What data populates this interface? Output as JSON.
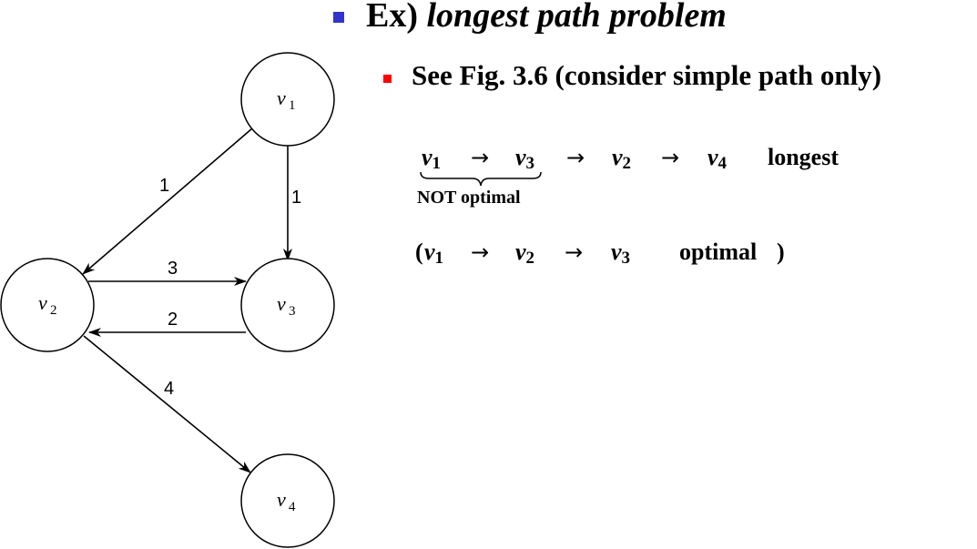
{
  "graph": {
    "nodes": [
      {
        "id": "v1",
        "label": "v",
        "sub": "1"
      },
      {
        "id": "v2",
        "label": "v",
        "sub": "2"
      },
      {
        "id": "v3",
        "label": "v",
        "sub": "3"
      },
      {
        "id": "v4",
        "label": "v",
        "sub": "4"
      }
    ],
    "edges": [
      {
        "from": "v1",
        "to": "v2",
        "weight": "1"
      },
      {
        "from": "v1",
        "to": "v3",
        "weight": "1"
      },
      {
        "from": "v2",
        "to": "v3",
        "weight": "3"
      },
      {
        "from": "v3",
        "to": "v2",
        "weight": "2"
      },
      {
        "from": "v2",
        "to": "v4",
        "weight": "4"
      }
    ]
  },
  "heading": {
    "prefix": "Ex)",
    "italic": "longest path problem"
  },
  "subheading": "See Fig. 3.6 (consider simple path only)",
  "path_longest": {
    "tokens": [
      {
        "v": "v",
        "sub": "1"
      },
      {
        "arrow": "→"
      },
      {
        "v": "v",
        "sub": "3"
      },
      {
        "arrow": "→"
      },
      {
        "v": "v",
        "sub": "2"
      },
      {
        "arrow": "→"
      },
      {
        "v": "v",
        "sub": "4"
      }
    ],
    "label": "longest",
    "brace_note": "NOT optimal"
  },
  "path_optimal": {
    "open": "(",
    "tokens": [
      {
        "v": "v",
        "sub": "1"
      },
      {
        "arrow": "→"
      },
      {
        "v": "v",
        "sub": "2"
      },
      {
        "arrow": "→"
      },
      {
        "v": "v",
        "sub": "3"
      }
    ],
    "label": "optimal",
    "close": ")"
  },
  "colors": {
    "bullet_level1": "#3333cc",
    "bullet_level2": "#ff0000",
    "text": "#000000"
  }
}
